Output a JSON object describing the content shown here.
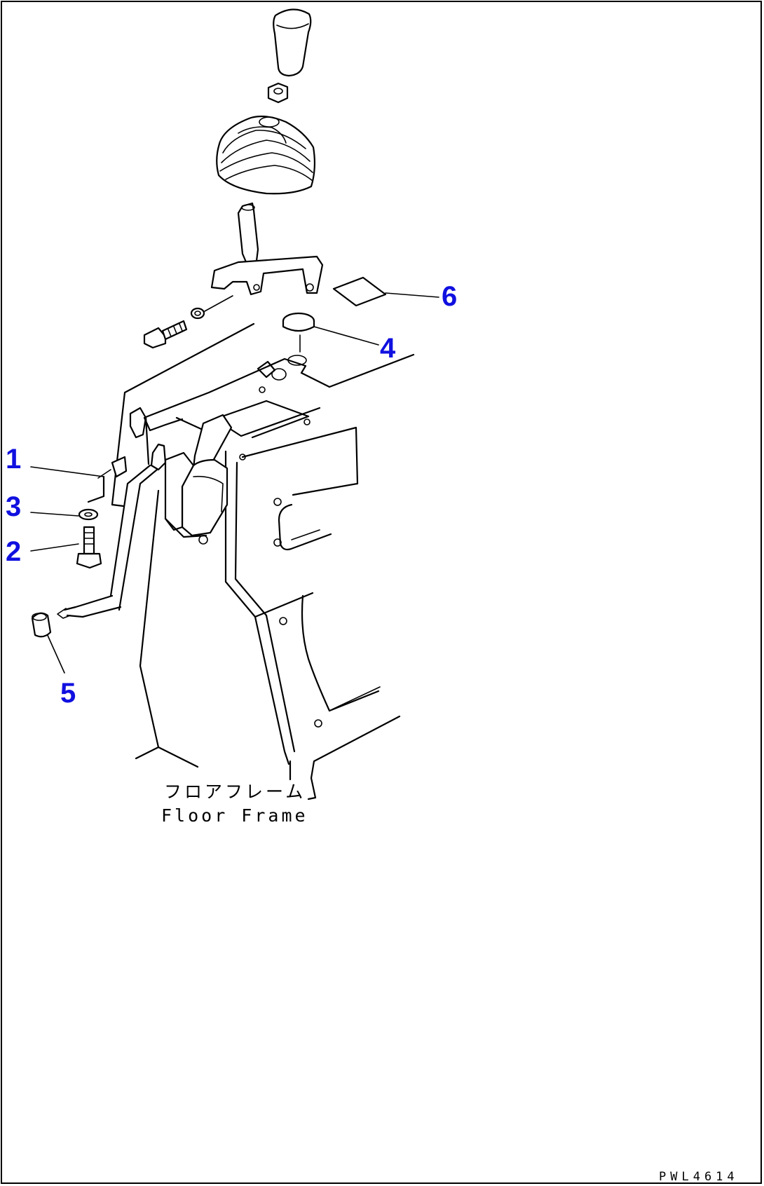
{
  "diagram": {
    "callouts": [
      {
        "id": "1",
        "label": "1"
      },
      {
        "id": "2",
        "label": "2"
      },
      {
        "id": "3",
        "label": "3"
      },
      {
        "id": "4",
        "label": "4"
      },
      {
        "id": "5",
        "label": "5"
      },
      {
        "id": "6",
        "label": "6"
      }
    ],
    "callout_color": "#1010e0",
    "floor_frame_label_jp": "フロアフレーム",
    "floor_frame_label_en": "Floor Frame",
    "drawing_code": "PWL4614"
  }
}
